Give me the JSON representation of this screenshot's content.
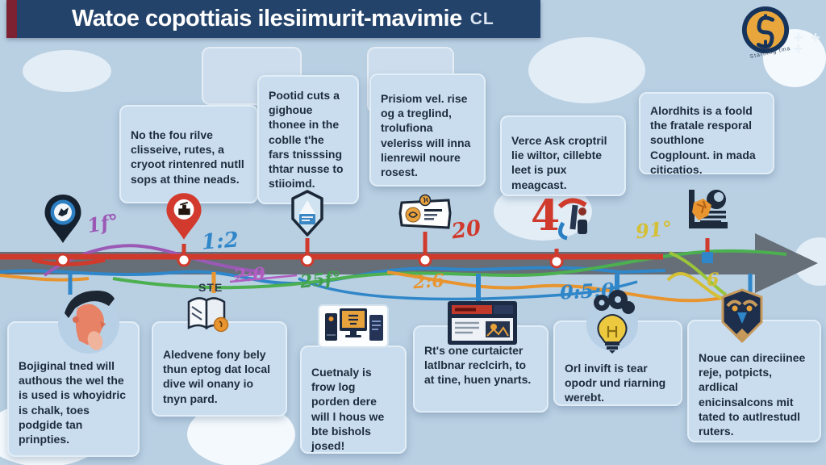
{
  "header": {
    "title": "Watoe copottiais ilesiimurit-mavimie",
    "suffix": "CL"
  },
  "logo": {
    "caption": "Starning tma",
    "glyph": "dollar-snake"
  },
  "top_boxes": [
    {
      "text": "No the fou rilve clisseive, rutes, a cryoot rintenred nutll sops at thine neads."
    },
    {
      "text": "Pootid cuts a gighoue thonee in the coblle t'he fars tnisssing thtar nusse to stiioimd."
    },
    {
      "text": "Prisiom vel. rise og a treglind, trolufiona veleriss will inna lienrewil noure rosest."
    },
    {
      "text": "Verce Ask croptril lie wiltor, cillebte leet is pux meagcast."
    },
    {
      "text": "Alordhits is a foold the fratale resporal southlone Cogplount. in mada citicatios."
    }
  ],
  "bottom_boxes": [
    {
      "text": "Bojiginal tned will authous the wel the is used is whoyidric is chalk, toes podgide tan prinpties."
    },
    {
      "label": "STE",
      "text": "Aledvene fony bely thun eptog dat local dive wil onany io tnyn pard."
    },
    {
      "text": "Cuetnaly is frow log porden dere will l hous we bte bishols josed!"
    },
    {
      "text": "Rt's one curtaicter latlbnar reclcirh, to at tine, huen ynarts."
    },
    {
      "text": "Orl invift is tear opodr und riarning werebt."
    },
    {
      "text": "Noue can direciinee reje, potpicts, ardlical enicinsalcons mit tated to autlrestudl ruters."
    }
  ],
  "timeline": {
    "numeral": "4",
    "annotations": [
      {
        "text": "1f°",
        "color": "#9b59b6"
      },
      {
        "text": "1:2",
        "color": "#2f86c8"
      },
      {
        "text": "2:0",
        "color": "#b05fc0"
      },
      {
        "text": "25f°",
        "color": "#3f9d4d"
      },
      {
        "text": "2:6",
        "color": "#e8952f"
      },
      {
        "text": "20",
        "color": "#cf3a2c"
      },
      {
        "text": "0:5:0",
        "color": "#2f86c8"
      },
      {
        "text": "91°",
        "color": "#d4bf35"
      },
      {
        "text": "6",
        "color": "#d4a52f"
      }
    ]
  },
  "icons": {
    "map_pin_dark": "dark map pin with blue circle",
    "map_pin_red": "red map pin with white circle",
    "shield_badge": "hexagonal badge with mountain and screen",
    "certificate": "banner certificate with orange seal",
    "gavel_figure": "red numeral four with gavel figure",
    "report_chart": "report chart with crumpled orange paper",
    "thinking_person": "person in cap thinking",
    "open_book": "open book with orange badge",
    "devices": "three device screens",
    "browser_window": "browser window with red banner",
    "lightbulb_gears": "lightbulb with gears",
    "owl_shield": "owl shield emblem"
  },
  "colors": {
    "background": "#b9cfe2",
    "header": "#24436b",
    "header_accent": "#7c2230",
    "card": "#c9ddee",
    "timeline_gray": "#666f78",
    "red": "#cf3a2c",
    "blue": "#2f86c8",
    "green": "#4caf50",
    "orange": "#e8952f",
    "purple": "#9b59b6",
    "yellow": "#d4bf35",
    "logo_gold": "#e8a63c"
  }
}
